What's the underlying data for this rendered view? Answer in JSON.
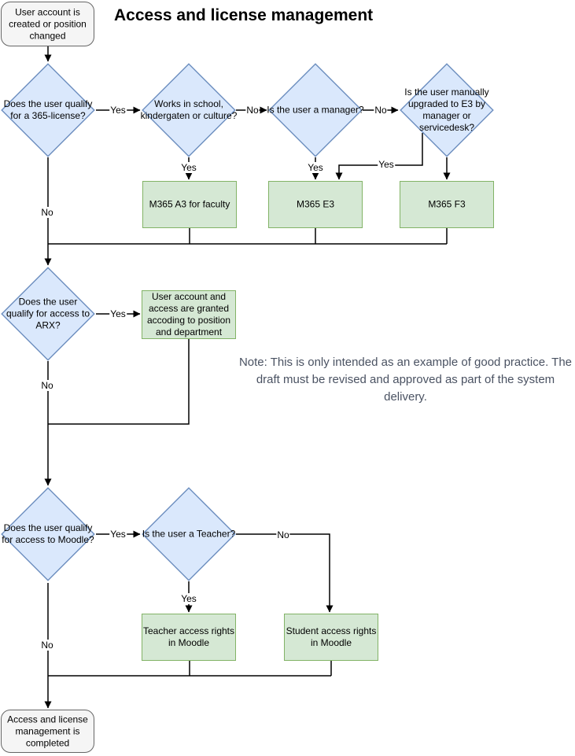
{
  "title": "Access and license management",
  "note": "Note: This is only intended as an example of good practice. The draft must be revised and approved as part of the system delivery.",
  "colors": {
    "background": "#ffffff",
    "diamond_fill": "#dae8fc",
    "diamond_stroke": "#6c8ebf",
    "process_fill": "#d5e8d4",
    "process_stroke": "#82b366",
    "terminal_fill": "#f5f5f5",
    "terminal_stroke": "#666666",
    "connector": "#000000",
    "label_text": "#000000",
    "title_text": "#000000",
    "note_text": "#4a5262"
  },
  "nodes": {
    "start": {
      "type": "terminal",
      "label": "User account is created or position changed"
    },
    "q_365": {
      "type": "decision",
      "label": "Does the user qualify for a 365-license?"
    },
    "q_school": {
      "type": "decision",
      "label": "Works in school, kindergaten or culture?"
    },
    "q_manager": {
      "type": "decision",
      "label": "Is the user a manager?"
    },
    "q_upgrade": {
      "type": "decision",
      "label": "Is the user manually upgraded to E3 by manager or servicedesk?"
    },
    "m365_a3": {
      "type": "process",
      "label": "M365 A3 for faculty"
    },
    "m365_e3": {
      "type": "process",
      "label": "M365 E3"
    },
    "m365_f3": {
      "type": "process",
      "label": "M365 F3"
    },
    "q_arx": {
      "type": "decision",
      "label": "Does the user qualify for access to ARX?"
    },
    "arx_grant": {
      "type": "process",
      "label": "User account and access are granted accoding to position and department"
    },
    "q_moodle": {
      "type": "decision",
      "label": "Does the user qualify for access to Moodle?"
    },
    "q_teacher": {
      "type": "decision",
      "label": "Is the user a Teacher?"
    },
    "teacher_rights": {
      "type": "process",
      "label": "Teacher access rights in Moodle"
    },
    "student_rights": {
      "type": "process",
      "label": "Student access rights in Moodle"
    },
    "end": {
      "type": "terminal",
      "label": "Access and license management is completed"
    }
  },
  "edge_labels": {
    "q365_yes": "Yes",
    "q365_no": "No",
    "school_no": "No",
    "school_yes": "Yes",
    "manager_no": "No",
    "manager_yes": "Yes",
    "upgrade_yes": "Yes",
    "arx_yes": "Yes",
    "arx_no": "No",
    "moodle_yes": "Yes",
    "moodle_no": "No",
    "teacher_yes": "Yes",
    "teacher_no": "No"
  }
}
